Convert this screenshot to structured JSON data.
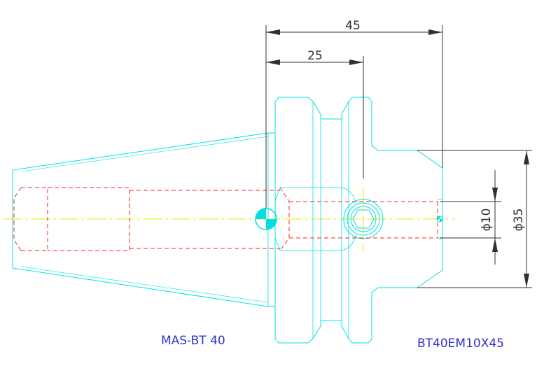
{
  "dimensions": {
    "length_total": "45",
    "length_partial": "25",
    "diameter_bore": "ϕ10",
    "diameter_body": "ϕ35"
  },
  "labels": {
    "taper_spec": "MAS-BT 40",
    "part_number": "BT40EM10X45"
  },
  "colors": {
    "outline": "#00e0e0",
    "hidden": "#ff2020",
    "centerline": "#e8e800",
    "dimension": "#303030",
    "label": "#3030c8"
  }
}
